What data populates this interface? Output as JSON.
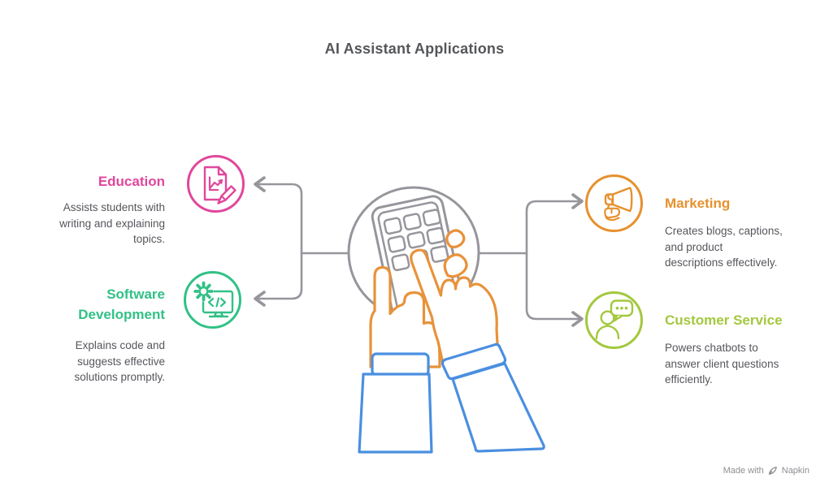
{
  "title": "AI Assistant Applications",
  "sections": {
    "education": {
      "label": "Education",
      "desc_lines": [
        "Assists students with",
        "writing and explaining",
        "topics."
      ],
      "color": "#e0479c",
      "icon": "document-chart-pencil-icon"
    },
    "software_development": {
      "label": "Software Development",
      "desc_lines": [
        "Explains code and",
        "suggests effective",
        "solutions promptly."
      ],
      "color": "#31c186",
      "icon": "monitor-code-gear-icon"
    },
    "marketing": {
      "label": "Marketing",
      "desc_lines": [
        "Creates blogs, captions,",
        "and product",
        "descriptions effectively."
      ],
      "color": "#e6912e",
      "icon": "megaphone-icon"
    },
    "customer_service": {
      "label": "Customer Service",
      "desc_lines": [
        "Powers chatbots to",
        "answer client questions",
        "efficiently."
      ],
      "color": "#a3c83d",
      "icon": "person-chat-bubble-icon"
    }
  },
  "illustration": {
    "name": "hands-using-phone",
    "outline_gray": "#97959c",
    "hands_orange": "#e8923a",
    "sleeves_blue": "#4a8fe0"
  },
  "connector_color": "#97959c",
  "text_color": "#55565c",
  "footer": {
    "made_with": "Made with",
    "brand": "Napkin"
  }
}
